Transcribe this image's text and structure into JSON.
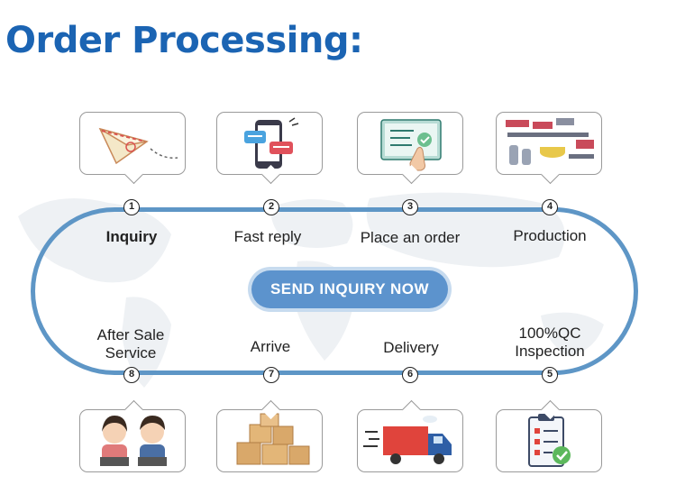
{
  "title": "Order Processing:",
  "cta_label": "SEND INQUIRY NOW",
  "colors": {
    "title": "#1b64b3",
    "track": "#5e96c6",
    "button": "#5c93cd"
  },
  "steps": [
    {
      "num": "1",
      "label": "Inquiry",
      "icon": "paper-plane-icon"
    },
    {
      "num": "2",
      "label": "Fast reply",
      "icon": "phone-chat-icon"
    },
    {
      "num": "3",
      "label": "Place an order",
      "icon": "order-screen-icon"
    },
    {
      "num": "4",
      "label": "Production",
      "icon": "factory-icon"
    },
    {
      "num": "5",
      "label": "100%QC Inspection",
      "line1": "100%QC",
      "line2": "Inspection",
      "icon": "checklist-icon"
    },
    {
      "num": "6",
      "label": "Delivery",
      "icon": "truck-icon"
    },
    {
      "num": "7",
      "label": "Arrive",
      "icon": "boxes-icon"
    },
    {
      "num": "8",
      "label": "After Sale Service",
      "line1": "After Sale",
      "line2": "Service",
      "icon": "support-staff-icon"
    }
  ]
}
